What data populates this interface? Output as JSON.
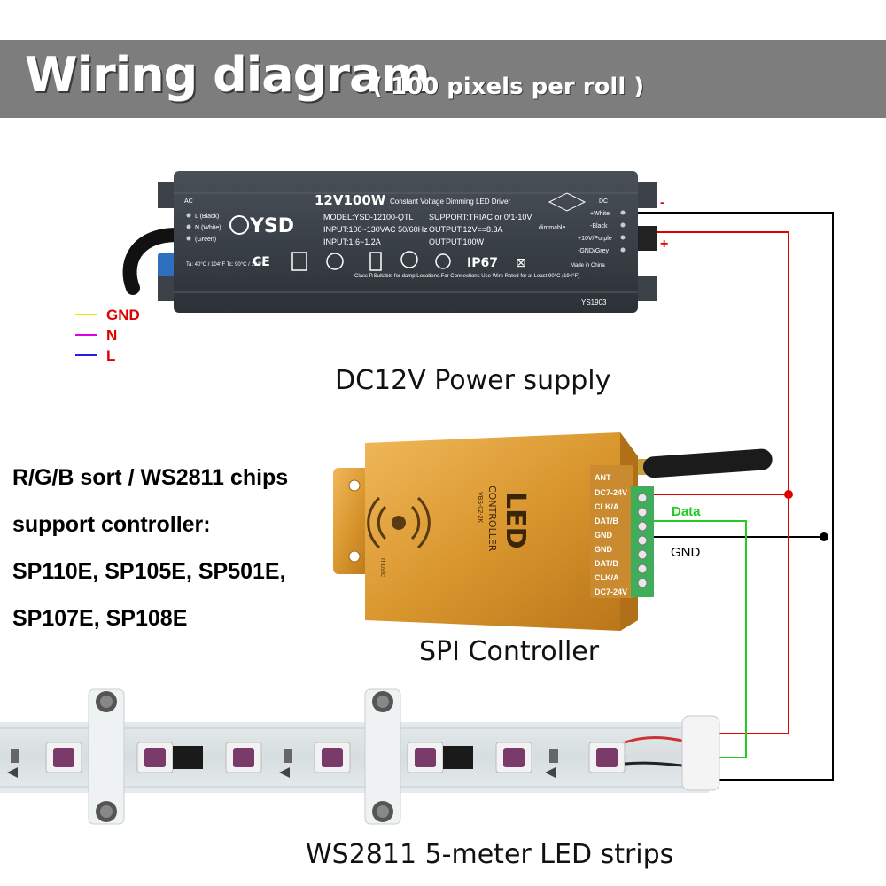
{
  "header": {
    "title": "Wiring diagram",
    "subtitle": "( 100 pixels per roll )"
  },
  "power_supply": {
    "caption": "DC12V Power supply",
    "model_title": "12V100W",
    "model_desc": "Constant Voltage Dimming LED Driver",
    "brand": "YSD",
    "model_line": "MODEL:YSD-12100-QTL",
    "input_line": "INPUT:100~130VAC 50/60Hz",
    "input_current": "INPUT:1.6~1.2A",
    "support_line": "SUPPORT:TRIAC or 0/1-10V",
    "output_voltage": "OUTPUT:12V==8.3A",
    "output_power": "OUTPUT:100W",
    "ip_rating": "IP67",
    "class_note": "Class P.Suitable for damp Locations.For Connections Use Wire Rated for at Least 90°C (194°F)",
    "made_in": "Made in China",
    "serial": "YS1903",
    "ac_label": "AC",
    "ac_terminals": [
      "L (Black)",
      "N (White)",
      "(Green)"
    ],
    "dc_label": "DC",
    "dc_terminals": [
      "+White",
      "-Black",
      "+10V/Purple",
      "-GND/Grey"
    ],
    "temp_note": "Ta: 40°C / 104°F  Tc: 90°C / 194°F",
    "dimmable": "dimmable",
    "minus_sign": "-",
    "plus_sign": "+"
  },
  "ac_input": [
    {
      "label": "GND",
      "color": "#e8e800"
    },
    {
      "label": "N",
      "color": "#e000e0"
    },
    {
      "label": "L",
      "color": "#2020e0"
    }
  ],
  "controller": {
    "caption": "SPI Controller",
    "title": "LED",
    "subtitle": "CONTROLLER",
    "model": "VBS-02-2K",
    "music": "music",
    "terminals": [
      "ANT",
      "DC7-24V",
      "CLK/A",
      "DAT/B",
      "GND",
      "GND",
      "DAT/B",
      "CLK/A",
      "DC7-24V"
    ]
  },
  "wires": {
    "data_label": "Data",
    "gnd_label": "GND",
    "color_positive": "#e00000",
    "color_gnd": "#000000",
    "color_data": "#22cc22"
  },
  "support_text": [
    "R/G/B sort / WS2811 chips",
    "support controller:",
    "SP110E, SP105E, SP501E,",
    "SP107E, SP108E"
  ],
  "strip": {
    "caption": "WS2811 5-meter LED strips"
  }
}
